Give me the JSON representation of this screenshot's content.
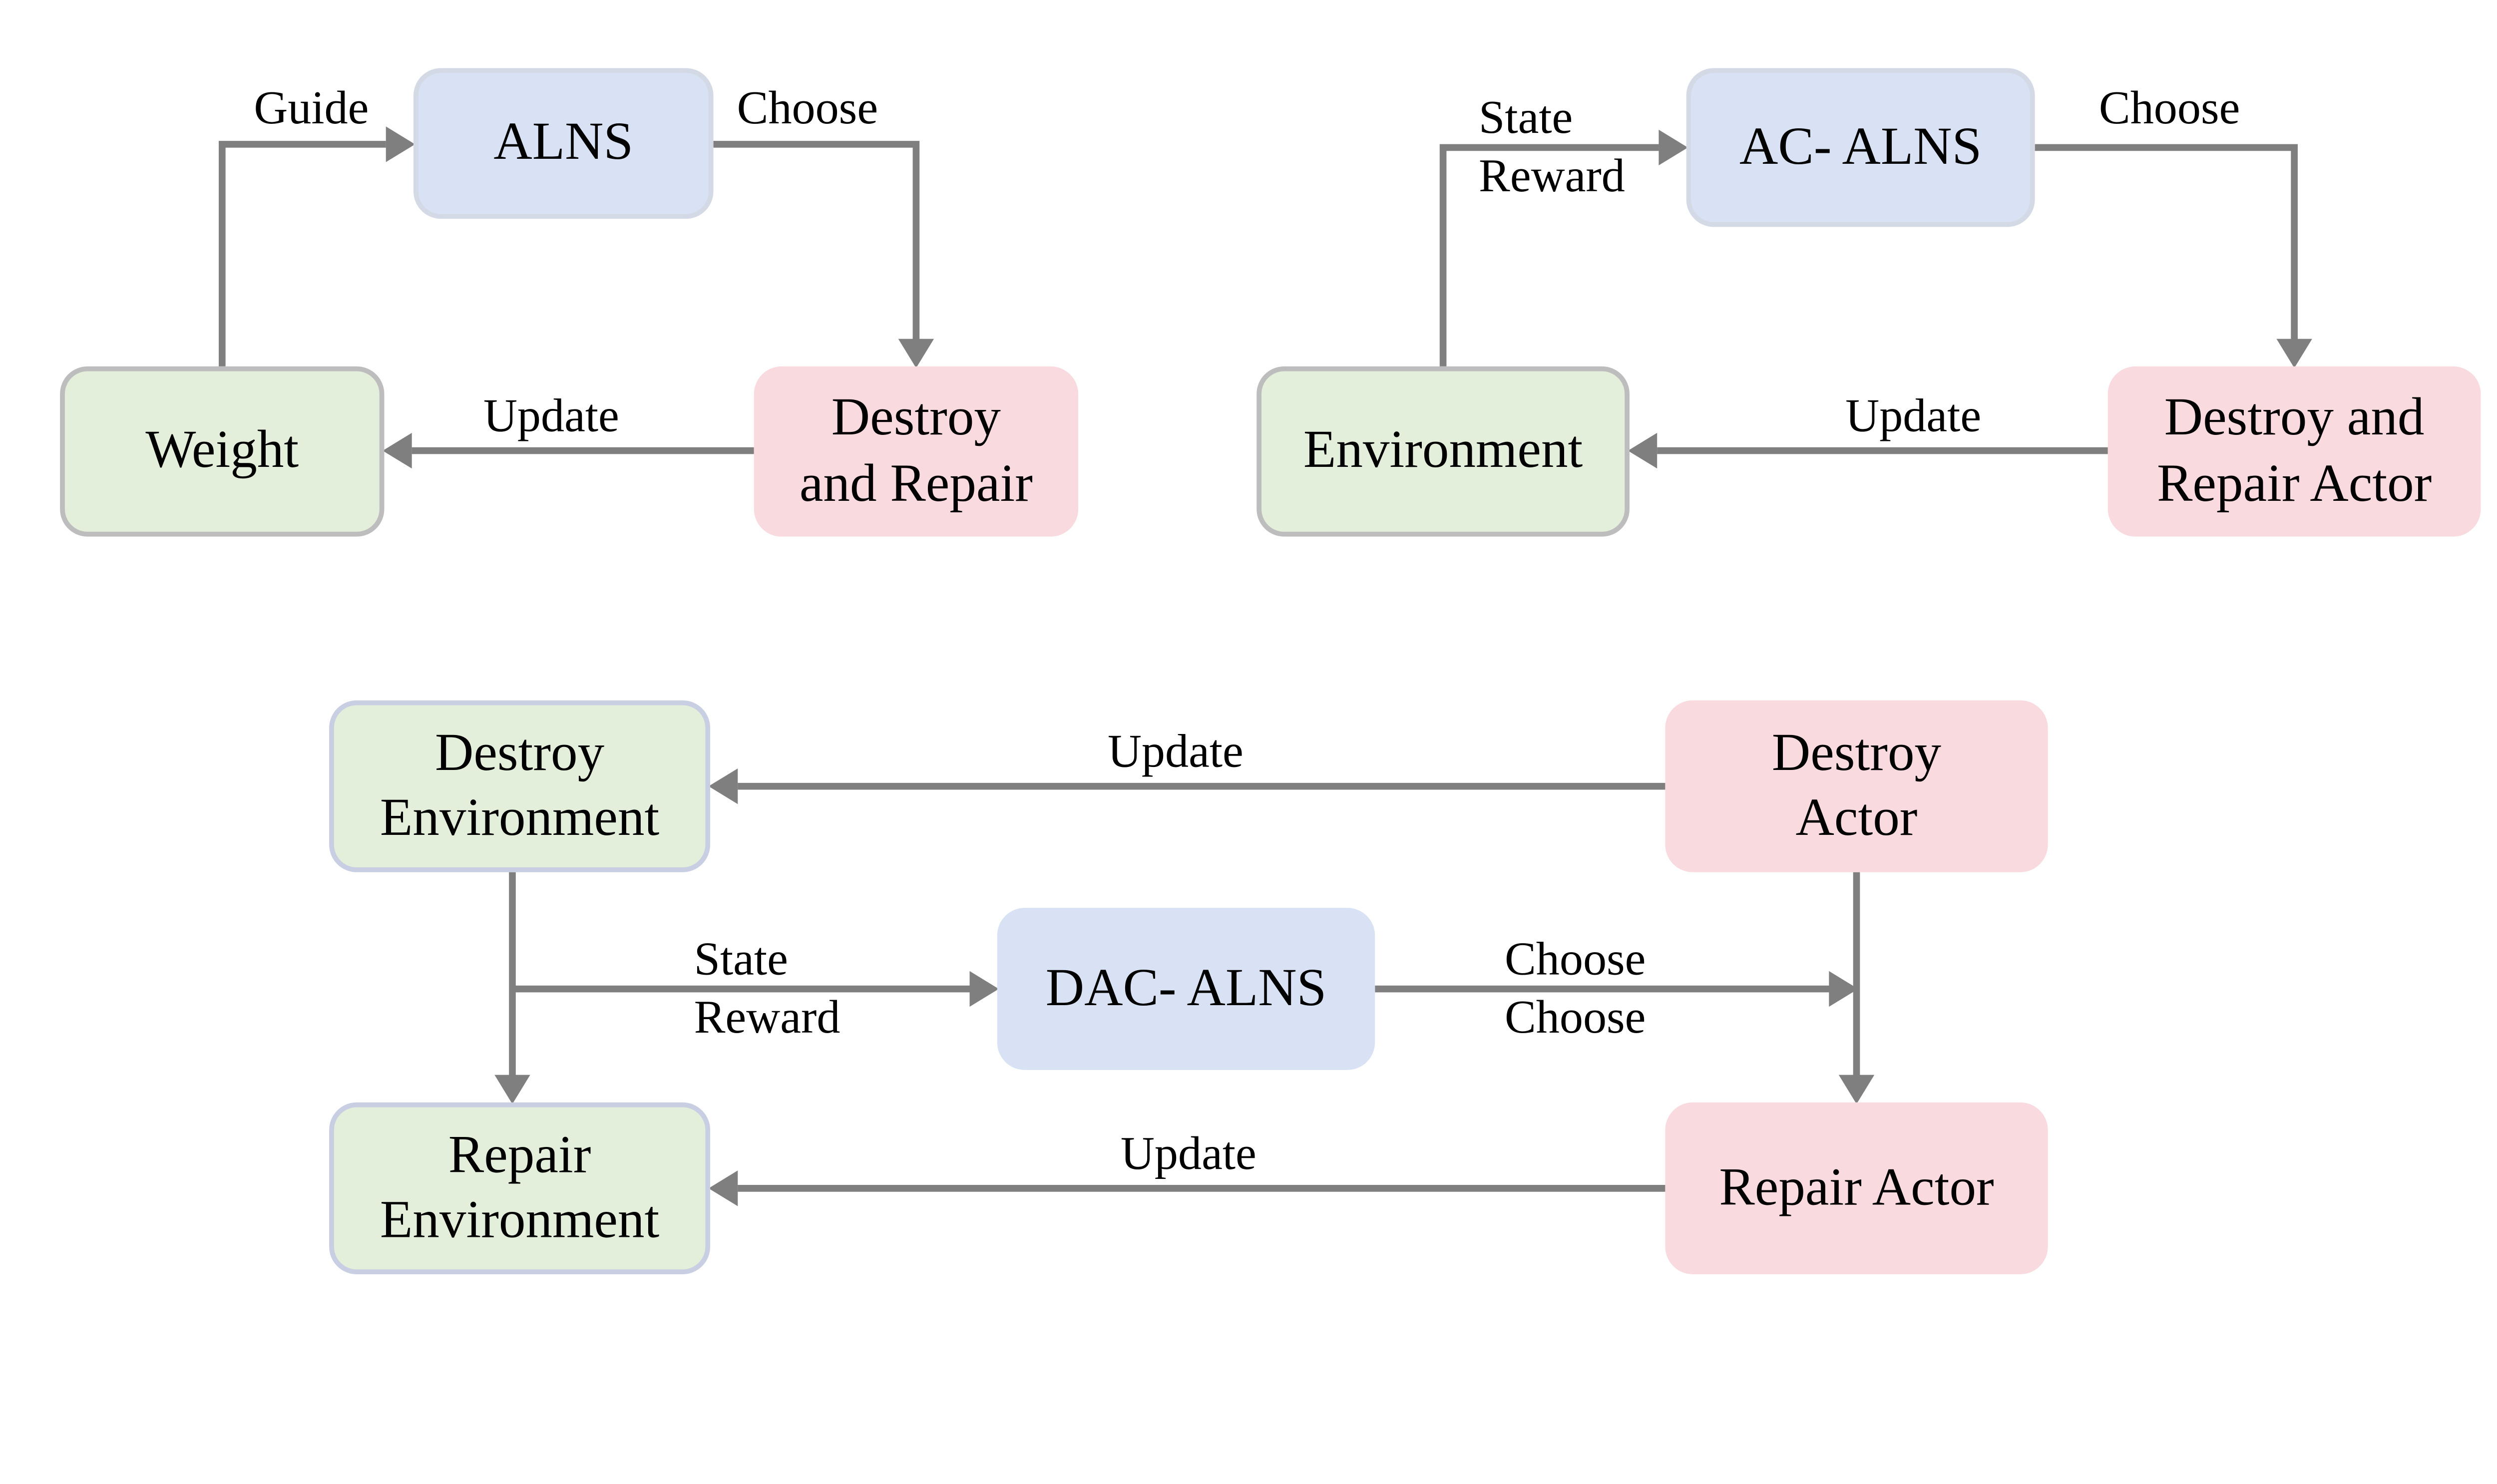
{
  "colors": {
    "background": "#FFFFFF",
    "text": "#000000",
    "box_blue": "#D9E2F4",
    "box_green": "#E3EFDA",
    "box_pink": "#F9DADE",
    "border_gray": "#BDBDBD",
    "border_blue": "#D4DAE5",
    "border_lavender": "#C8CFE3",
    "arrow": "#7F7F7F"
  },
  "nodes": {
    "alns": "ALNS",
    "weight": "Weight",
    "destroy_and_repair": "Destroy\nand Repair",
    "ac_alns": "AC- ALNS",
    "environment": "Environment",
    "destroy_and_repair_actor": "Destroy and\nRepair Actor",
    "destroy_environment": "Destroy\nEnvironment",
    "repair_environment": "Repair\nEnvironment",
    "dac_alns": "DAC- ALNS",
    "destroy_actor": "Destroy\nActor",
    "repair_actor": "Repair Actor"
  },
  "edges": [
    {
      "from": "weight",
      "to": "alns",
      "label": "Guide"
    },
    {
      "from": "alns",
      "to": "destroy_and_repair",
      "label": "Choose"
    },
    {
      "from": "destroy_and_repair",
      "to": "weight",
      "label": "Update"
    },
    {
      "from": "environment",
      "to": "ac_alns",
      "label": "State\nReward"
    },
    {
      "from": "ac_alns",
      "to": "destroy_and_repair_actor",
      "label": "Choose"
    },
    {
      "from": "destroy_and_repair_actor",
      "to": "environment",
      "label": "Update"
    },
    {
      "from": "destroy_actor",
      "to": "destroy_environment",
      "label": "Update"
    },
    {
      "from": "destroy_environment",
      "to": "repair_environment",
      "label": ""
    },
    {
      "from": "destroy_environment",
      "to": "dac_alns",
      "label": "State\nReward"
    },
    {
      "from": "dac_alns",
      "to": "actor_junction",
      "label": "Choose\nChoose"
    },
    {
      "from": "destroy_actor",
      "to": "repair_actor",
      "label": ""
    },
    {
      "from": "repair_actor",
      "to": "repair_environment",
      "label": "Update"
    }
  ]
}
